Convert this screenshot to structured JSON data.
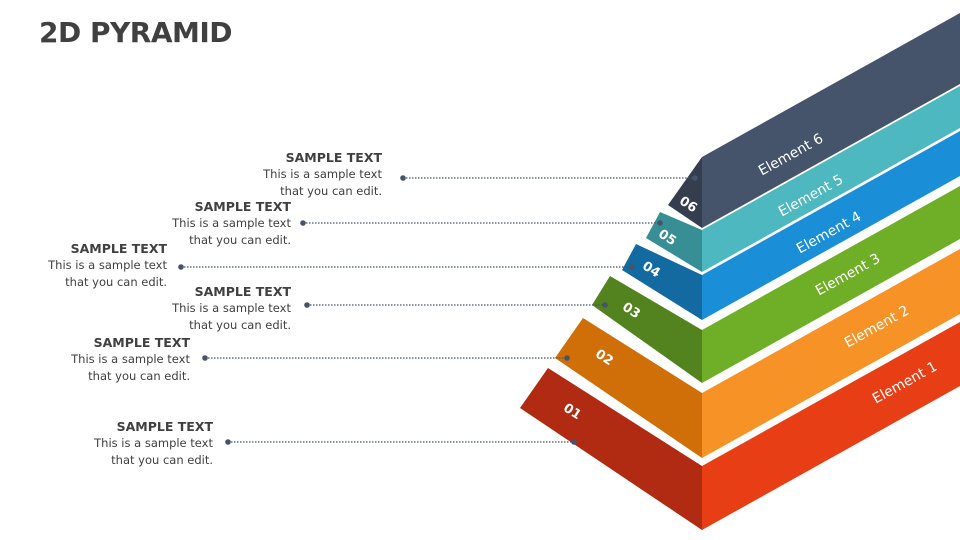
{
  "title": "2D PYRAMID",
  "items": [
    {
      "number": "01",
      "label": "Element 1",
      "heading": "SAMPLE TEXT",
      "line1": "This is a sample text",
      "line2": "that you can edit.",
      "front": "#E83E16",
      "side": "#B02B12"
    },
    {
      "number": "02",
      "label": "Element 2",
      "heading": "SAMPLE TEXT",
      "line1": "This is a sample text",
      "line2": "that you can edit.",
      "front": "#F79326",
      "side": "#D06F07"
    },
    {
      "number": "03",
      "label": "Element 3",
      "heading": "SAMPLE TEXT",
      "line1": "This is a sample text",
      "line2": "that you can edit.",
      "front": "#6FAF27",
      "side": "#52831F"
    },
    {
      "number": "04",
      "label": "Element 4",
      "heading": "SAMPLE TEXT",
      "line1": "This is a sample text",
      "line2": "that you can edit.",
      "front": "#1A8ED6",
      "side": "#136AA0"
    },
    {
      "number": "05",
      "label": "Element 5",
      "heading": "SAMPLE TEXT",
      "line1": "This is a sample text",
      "line2": "that you can edit.",
      "front": "#4EB8C0",
      "side": "#378F95"
    },
    {
      "number": "06",
      "label": "Element 6",
      "heading": "SAMPLE TEXT",
      "line1": "This is a sample text",
      "line2": "that you can edit.",
      "front": "#45546A",
      "side": "#343E4F"
    }
  ],
  "text_color": "#404040",
  "connector_color": "#45546A"
}
